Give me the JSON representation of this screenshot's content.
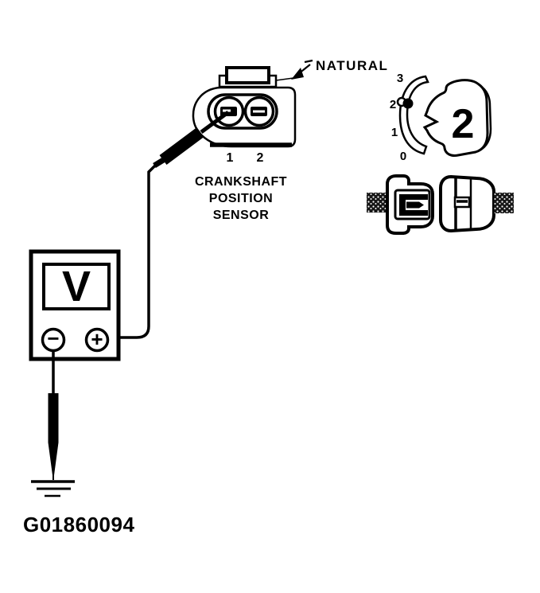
{
  "figure": {
    "id_label": "G01860094",
    "ink_color": "#000000",
    "background_color": "#ffffff"
  },
  "sensor_connector": {
    "callout": "NATURAL",
    "pins": [
      "1",
      "2"
    ],
    "caption_lines": [
      "CRANKSHAFT",
      "POSITION",
      "SENSOR"
    ]
  },
  "meter": {
    "display": "V",
    "negative_label": "−",
    "positive_label": "+"
  },
  "position_indicator": {
    "scale": [
      "3",
      "2",
      "1",
      "0"
    ],
    "value": "2"
  }
}
